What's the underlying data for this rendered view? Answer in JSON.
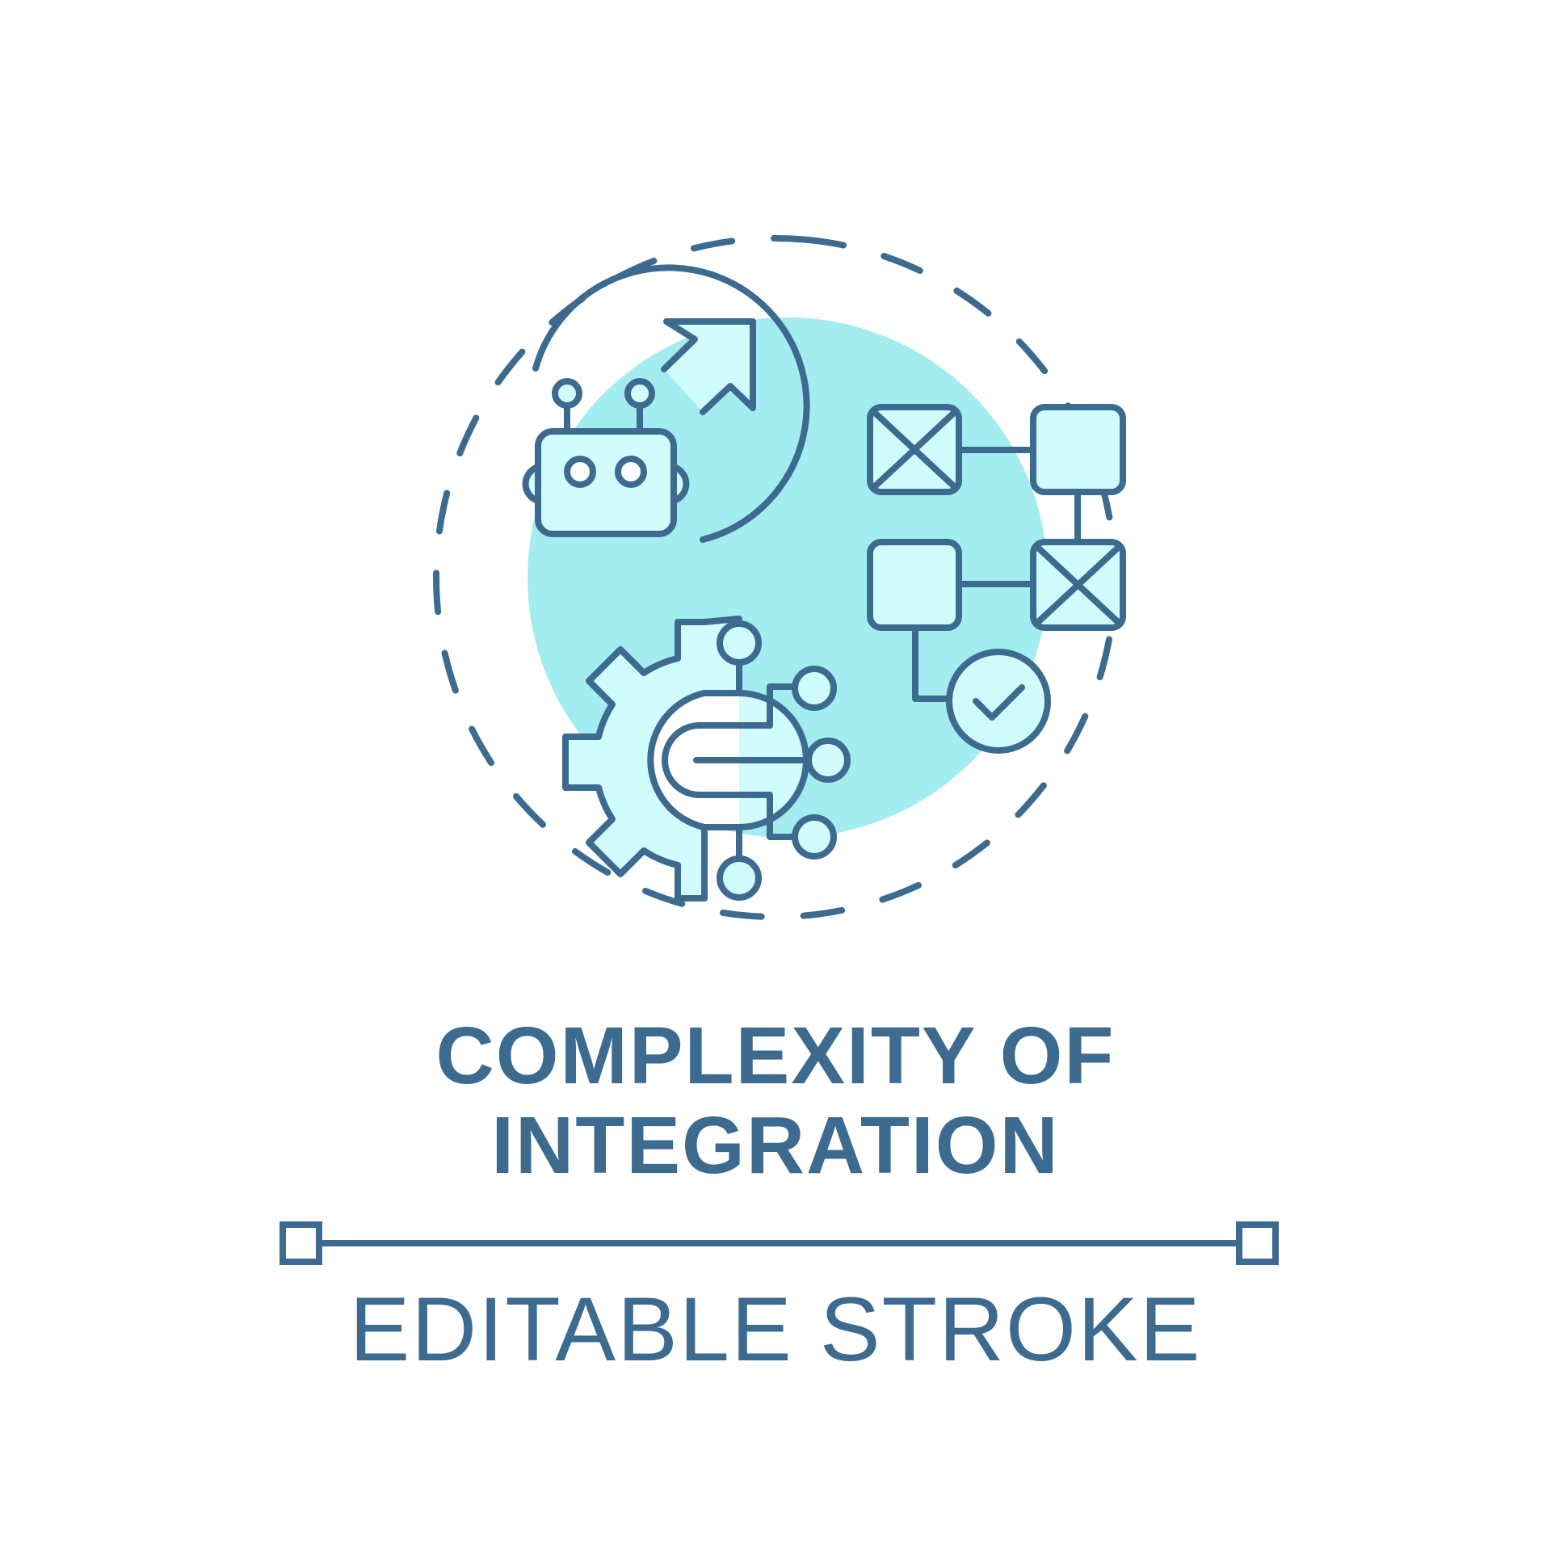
{
  "title": {
    "line1": "COMPLEXITY OF",
    "line2": "INTEGRATION"
  },
  "subtitle": "EDITABLE STROKE",
  "icons": [
    "dashed-ring",
    "robot-icon",
    "trend-arrow-icon",
    "workflow-diagram-icon",
    "checkmark-icon",
    "gear-circuit-icon",
    "stroke-handle-icon"
  ],
  "colors": {
    "stroke": "#3d6a8f",
    "fill_light": "#a3ecef",
    "fill_lighter": "#d1fcfd",
    "background": "#ffffff"
  }
}
